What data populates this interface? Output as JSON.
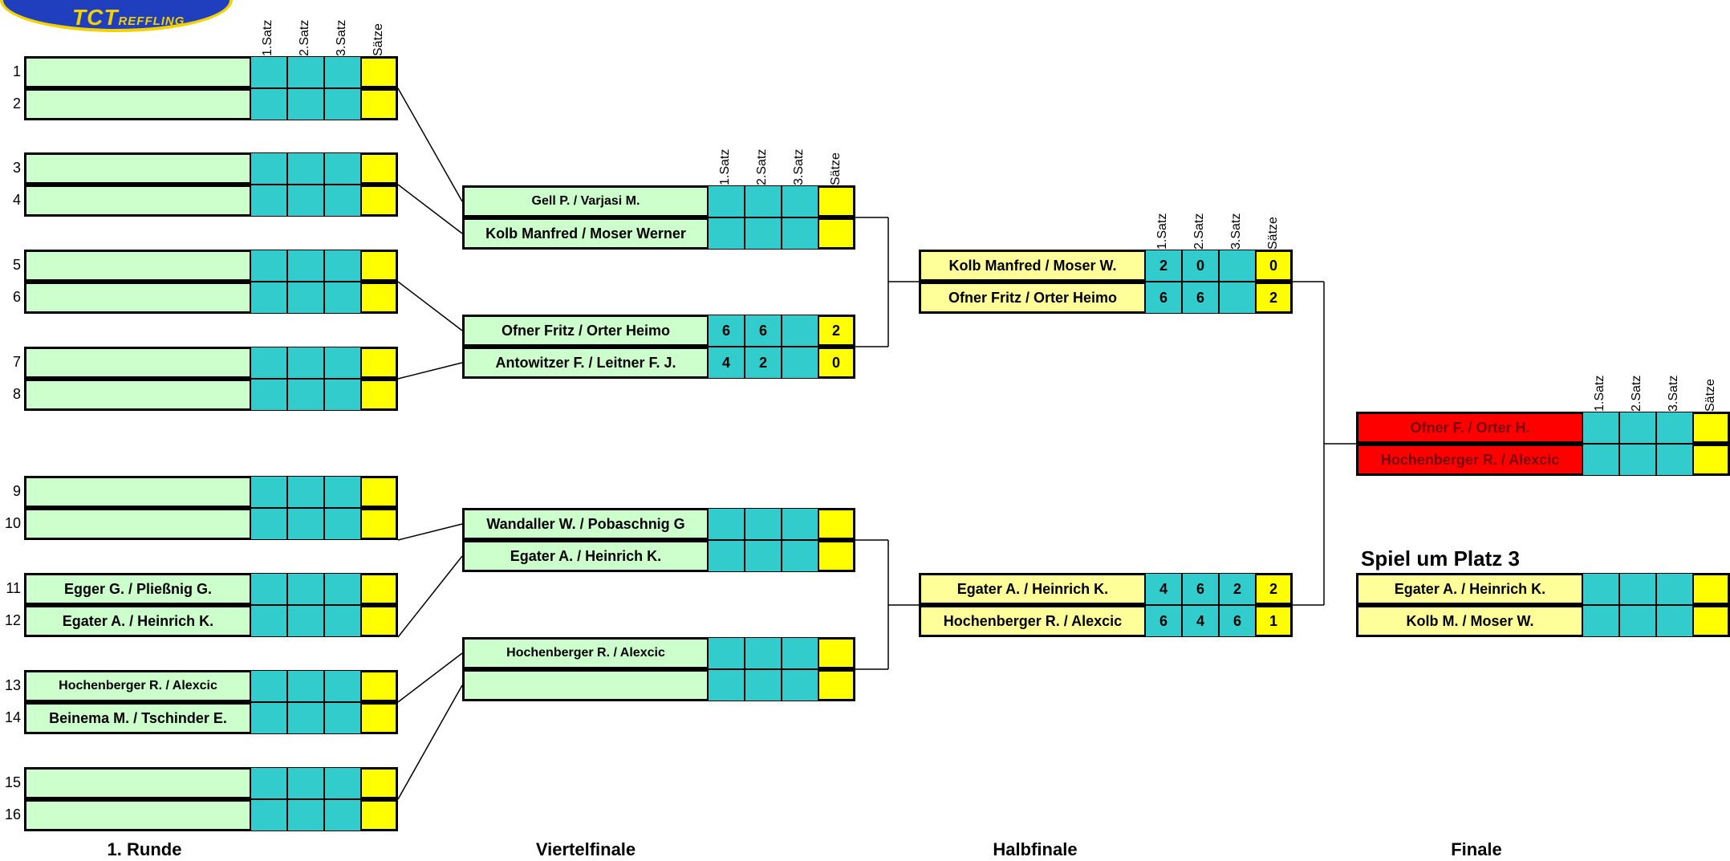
{
  "logo": {
    "big": "TCT",
    "small": "REFFLING"
  },
  "set_headers": [
    "1.Satz",
    "2.Satz",
    "3.Satz",
    "Sätze"
  ],
  "rounds": [
    "1. Runde",
    "Viertelfinale",
    "Halbfinale",
    "Finale"
  ],
  "third_place_title": "Spiel um Platz 3",
  "colors": {
    "cell": "#33cccc",
    "sum": "#ffff00",
    "r1": "#ccffcc",
    "qf": "#ccffcc",
    "sf": "#ffff99",
    "final": "#ff0000",
    "third": "#ffff99"
  },
  "r1": [
    {
      "num": "1",
      "name": "",
      "s": [
        "",
        "",
        ""
      ],
      "total": ""
    },
    {
      "num": "2",
      "name": "",
      "s": [
        "",
        "",
        ""
      ],
      "total": ""
    },
    {
      "num": "3",
      "name": "",
      "s": [
        "",
        "",
        ""
      ],
      "total": ""
    },
    {
      "num": "4",
      "name": "",
      "s": [
        "",
        "",
        ""
      ],
      "total": ""
    },
    {
      "num": "5",
      "name": "",
      "s": [
        "",
        "",
        ""
      ],
      "total": ""
    },
    {
      "num": "6",
      "name": "",
      "s": [
        "",
        "",
        ""
      ],
      "total": ""
    },
    {
      "num": "7",
      "name": "",
      "s": [
        "",
        "",
        ""
      ],
      "total": ""
    },
    {
      "num": "8",
      "name": "",
      "s": [
        "",
        "",
        ""
      ],
      "total": ""
    },
    {
      "num": "9",
      "name": "",
      "s": [
        "",
        "",
        ""
      ],
      "total": ""
    },
    {
      "num": "10",
      "name": "",
      "s": [
        "",
        "",
        ""
      ],
      "total": ""
    },
    {
      "num": "11",
      "name": "Egger G. / Pließnig G.",
      "s": [
        "",
        "",
        ""
      ],
      "total": ""
    },
    {
      "num": "12",
      "name": "Egater A. / Heinrich K.",
      "s": [
        "",
        "",
        ""
      ],
      "total": ""
    },
    {
      "num": "13",
      "name": "Hochenberger R.  / Alexcic",
      "s": [
        "",
        "",
        ""
      ],
      "total": ""
    },
    {
      "num": "14",
      "name": "Beinema M. / Tschinder E.",
      "s": [
        "",
        "",
        ""
      ],
      "total": ""
    },
    {
      "num": "15",
      "name": "",
      "s": [
        "",
        "",
        ""
      ],
      "total": ""
    },
    {
      "num": "16",
      "name": "",
      "s": [
        "",
        "",
        ""
      ],
      "total": ""
    }
  ],
  "qf": [
    {
      "name": "Gell P. / Varjasi M.",
      "s": [
        "",
        "",
        ""
      ],
      "total": ""
    },
    {
      "name": "Kolb Manfred / Moser Werner",
      "s": [
        "",
        "",
        ""
      ],
      "total": ""
    },
    {
      "name": "Ofner Fritz / Orter Heimo",
      "s": [
        "6",
        "6",
        ""
      ],
      "total": "2"
    },
    {
      "name": "Antowitzer F. / Leitner F. J.",
      "s": [
        "4",
        "2",
        ""
      ],
      "total": "0"
    },
    {
      "name": "Wandaller W. / Pobaschnig G",
      "s": [
        "",
        "",
        ""
      ],
      "total": ""
    },
    {
      "name": "Egater A. / Heinrich K.",
      "s": [
        "",
        "",
        ""
      ],
      "total": ""
    },
    {
      "name": "Hochenberger R.  / Alexcic",
      "s": [
        "",
        "",
        ""
      ],
      "total": ""
    },
    {
      "name": "",
      "s": [
        "",
        "",
        ""
      ],
      "total": ""
    }
  ],
  "sf": [
    {
      "name": "Kolb Manfred / Moser W.",
      "s": [
        "2",
        "0",
        ""
      ],
      "total": "0"
    },
    {
      "name": "Ofner Fritz / Orter Heimo",
      "s": [
        "6",
        "6",
        ""
      ],
      "total": "2"
    },
    {
      "name": "Egater A. / Heinrich K.",
      "s": [
        "4",
        "6",
        "2"
      ],
      "total": "2"
    },
    {
      "name": "Hochenberger R. / Alexcic",
      "s": [
        "6",
        "4",
        "6"
      ],
      "total": "1"
    }
  ],
  "final": [
    {
      "name": "Ofner F. / Orter H.",
      "s": [
        "",
        "",
        ""
      ],
      "total": ""
    },
    {
      "name": "Hochenberger R. / Alexcic",
      "s": [
        "",
        "",
        ""
      ],
      "total": ""
    }
  ],
  "third": [
    {
      "name": "Egater A. / Heinrich K.",
      "s": [
        "",
        "",
        ""
      ],
      "total": ""
    },
    {
      "name": "Kolb M. / Moser W.",
      "s": [
        "",
        "",
        ""
      ],
      "total": ""
    }
  ]
}
